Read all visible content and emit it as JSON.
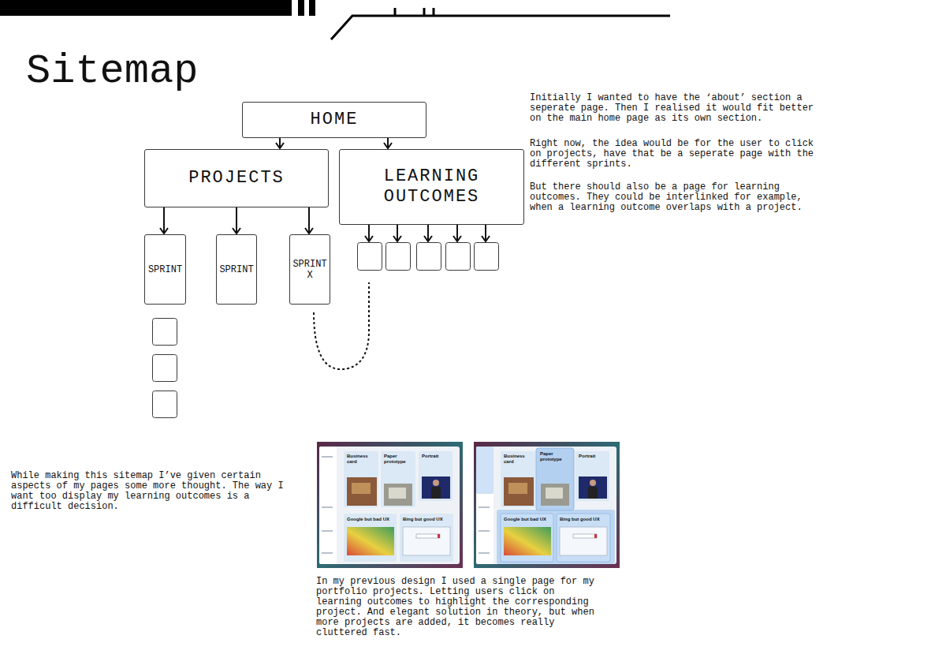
{
  "diagram": {
    "title": "Sitemap",
    "nodes": [
      {
        "text": [
          "HOME"
        ]
      },
      {
        "text": [
          "PROJECTS"
        ]
      },
      {
        "text": [
          "LEARNING OUTCOMES"
        ]
      },
      {
        "text": [
          "SPRINT"
        ]
      },
      {
        "text": [
          "SPRINT"
        ]
      },
      {
        "text": [
          "SPRINT X"
        ]
      }
    ],
    "edges": [
      {
        "from": 0,
        "to": 1,
        "arrow": "to"
      },
      {
        "from": 0,
        "to": 2,
        "arrow": "to"
      },
      {
        "from": 1,
        "to": 3,
        "arrow": "to"
      },
      {
        "from": 1,
        "to": 4,
        "arrow": "to"
      },
      {
        "from": 1,
        "to": 5,
        "arrow": "to"
      }
    ],
    "labels": [
      "Initially I wanted to have the ‘about’ section a seperate page. Then I realised it would fit better on the main home page as its own section.",
      "Right now, the idea would be for the user to click on projects, have that be a seperate page with the different sprints.",
      "But there should also be a page for learning outcomes. They could be interlinked for example, when a learning outcome overlaps with a project.",
      "While making this sitemap I’ve given certain aspects of my pages some more thought. The way I want too display my learning outcomes is a difficult decision.",
      "In my previous design I used a single page for my portfolio projects. Letting users click on learning outcomes to highlight the corresponding project. And elegant solution in theory, but when more projects are added, it becomes really cluttered fast.",
      "Business card",
      "Paper prototype",
      "Portrait",
      "Google but bad UX",
      "Bing but good UX",
      "Business card",
      "Paper prototype",
      "Portrait",
      "Google but bad UX",
      "Bing but good UX"
    ]
  }
}
